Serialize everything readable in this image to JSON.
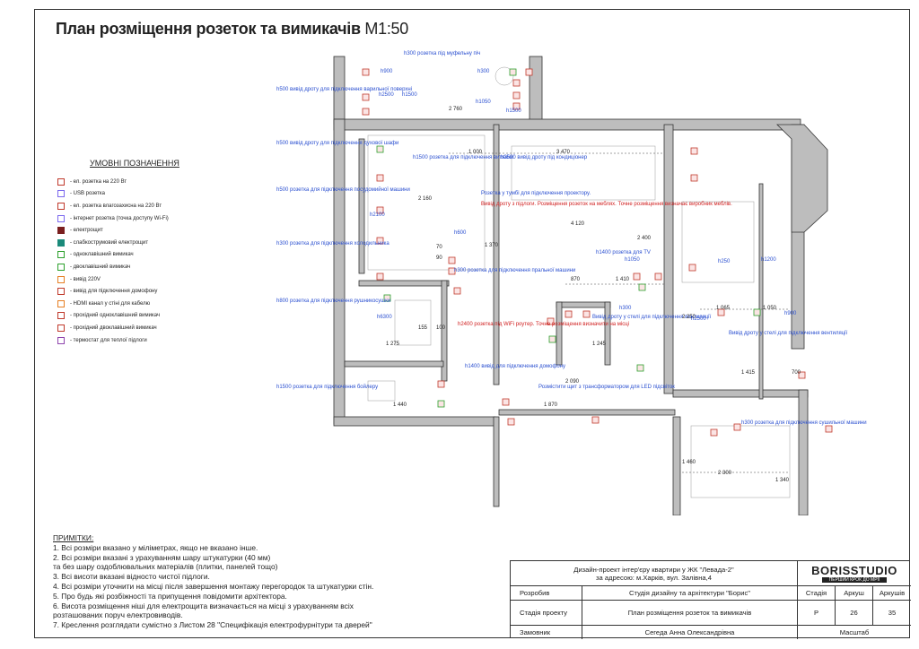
{
  "title": {
    "main": "План розміщення розеток та вимикачів",
    "scale": "М1:50"
  },
  "legend": {
    "heading": "УМОВНІ ПОЗНАЧЕННЯ",
    "items": [
      {
        "label": "- ел. розетка на 220 Вт",
        "color": "#c0392b"
      },
      {
        "label": "- USB розетка",
        "color": "#7b68ee"
      },
      {
        "label": "- ел. розетка влагозахисна на 220 Вт",
        "color": "#c0392b"
      },
      {
        "label": "- інтернет розетка (точка доступу Wi-Fi)",
        "color": "#7b68ee"
      },
      {
        "label": "- електрощит",
        "color": "#7a1f1f"
      },
      {
        "label": "- слабкострумовий електрощит",
        "color": "#1a8a7a"
      },
      {
        "label": "- одноклавішний вимикач",
        "color": "#2ca02c"
      },
      {
        "label": "- двоклавішний вимикач",
        "color": "#2ca02c"
      },
      {
        "label": "- вивід 220V",
        "color": "#e67e22"
      },
      {
        "label": "- вивід для підключення домофону",
        "color": "#c0392b"
      },
      {
        "label": "- HDMI канал у стіні для кабелю",
        "color": "#e67e22"
      },
      {
        "label": "- прохідний одноклавішний вимикач",
        "color": "#c0392b"
      },
      {
        "label": "- прохідний двоклавішний вимикач",
        "color": "#c0392b"
      },
      {
        "label": "- термостат для теплої підлоги",
        "color": "#8e44ad"
      }
    ]
  },
  "notes": {
    "heading": "ПРИМІТКИ:",
    "lines": [
      "1. Всі розміри вказано у міліметрах, якщо не вказано інше.",
      "2. Всі розміри вказані з урахуванням шару штукатурки (40 мм)",
      "та без шару оздоблювальних матеріалів (плитки, панелей тощо)",
      "3. Всі висоти вказані відносто чистої підлоги.",
      "4. Всі розміри уточнити на місці після завершення монтажу перегородок та штукатурки стін.",
      "5. Про будь які розбіжності та припущення повідомити архітектора.",
      "6. Висота розміщення ніші для електрощита визначається на місці з урахуванням всіх",
      "розташованих поруч електровиводів.",
      "7. Креслення розглядати сумістно з Листом 28  \"Специфікація електрофурнітури та дверей\""
    ]
  },
  "stamp": {
    "project": "Дизайн-проект інтер'єру квартири у ЖК \"Левада-2\"",
    "address": "за адресою: м.Харків, вул. Залівна,4",
    "logo": "BORISSTUDIO",
    "logo_sub": "ПЕРШИЙ КРОК ДО МРІЇ",
    "developed_label": "Розробив",
    "developed_value": "Студія дизайну та архітектури \"Борис\"",
    "stage_label": "Стадія проекту",
    "sheet_title": "План розміщення розеток та вимикачів",
    "customer_label": "Замовник",
    "customer_value": "Сегеда Анна Олександрівна",
    "col_stage": "Стадія",
    "col_sheet": "Аркуш",
    "col_sheets": "Аркушів",
    "val_stage": "Р",
    "val_sheet": "26",
    "val_sheets": "35",
    "scale_label": "Масштаб"
  },
  "plan": {
    "blue_labels": [
      "h300 розетка під муфельну піч",
      "h500 вивід дроту для підключення варильної поверхні",
      "h500 вивід дроту для підключення духової шафи",
      "h500 розетка для підключення посудомийної машини",
      "h300 розетка для підключення холодильника",
      "h800 розетка для підключення рушникосушки",
      "h1500 розетка для підключення бойлеру",
      "h1500 розетка для підключення витяжки",
      "h2500 вивід дроту під кондиціонер",
      "Розетка у тумбі для підключення проектору.",
      "h1400 розетка для TV",
      "h300 розетка для підключення пральної машини",
      "h1400 вивід для підключення домофону",
      "Вивід дроту у стелі для підключення вентиляції",
      "Розмістити щит з трансформатором для LED підсвіток",
      "h300 розетка для підключення сушильної машини",
      "Вивід дроту у стелі для підключення вентиляції"
    ],
    "red_labels": [
      "Вивід дроту з підлоги. Розміщення розеток на меблях. Точне розміщення визначає виробник меблів.",
      "h2400 розетка під WiFi роутер. Точне розміщення визначити на місці"
    ],
    "dims": [
      "2 760",
      "1 000",
      "3 470",
      "2 160",
      "4 120",
      "2 400",
      "1 410",
      "870",
      "1 245",
      "1 065",
      "1 050",
      "1 415",
      "700",
      "2 090",
      "1 870",
      "1 440",
      "2 250",
      "2 300",
      "1 340",
      "1 460",
      "1 275",
      "1 370",
      "155",
      "100",
      "70",
      "90"
    ],
    "tags": [
      "h900",
      "h2500",
      "h1500",
      "h300",
      "h1050",
      "h2100",
      "h600",
      "h6300",
      "h250",
      "h1200"
    ]
  }
}
